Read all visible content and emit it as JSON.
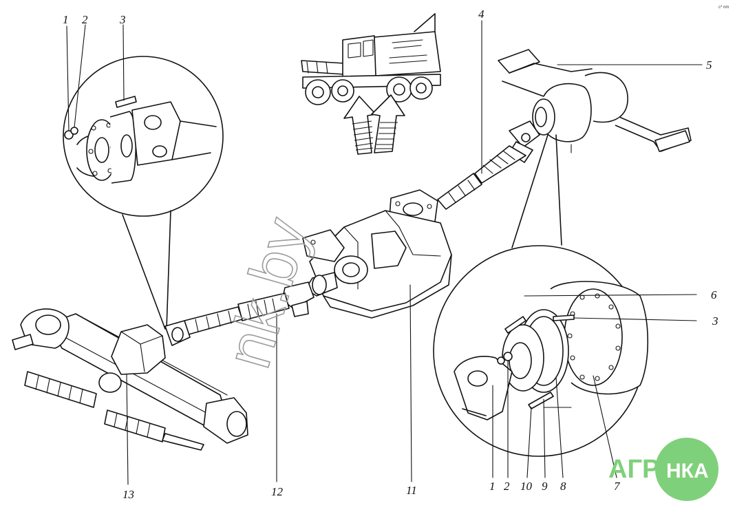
{
  "diagram": {
    "callouts": [
      {
        "id": "c1-top",
        "label": "1"
      },
      {
        "id": "c2-top",
        "label": "2"
      },
      {
        "id": "c3-top",
        "label": "3"
      },
      {
        "id": "c4",
        "label": "4"
      },
      {
        "id": "c5",
        "label": "5"
      },
      {
        "id": "c6",
        "label": "6"
      },
      {
        "id": "c3-right",
        "label": "3"
      },
      {
        "id": "c7",
        "label": "7"
      },
      {
        "id": "c8",
        "label": "8"
      },
      {
        "id": "c9",
        "label": "9"
      },
      {
        "id": "c10",
        "label": "10"
      },
      {
        "id": "c2-bottom",
        "label": "2"
      },
      {
        "id": "c1-bottom",
        "label": "1"
      },
      {
        "id": "c11",
        "label": "11"
      },
      {
        "id": "c12",
        "label": "12"
      },
      {
        "id": "c13",
        "label": "13"
      }
    ]
  },
  "watermark": {
    "text": "nk.by"
  },
  "logo": {
    "left_text": "АГРО",
    "inner_text": "НКА",
    "color": "#7fd07a"
  },
  "corner_mark": {
    "text": "c* nm"
  }
}
